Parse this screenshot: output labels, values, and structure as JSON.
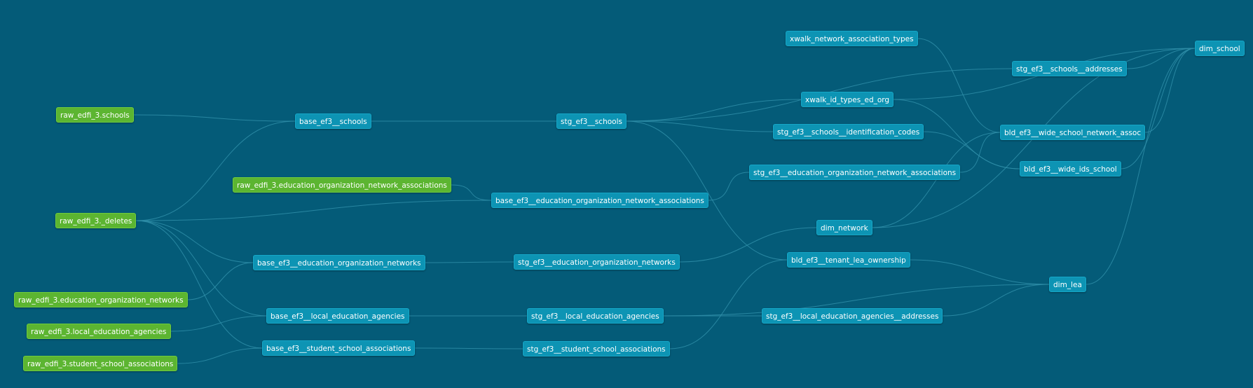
{
  "colors": {
    "background": "#045b78",
    "source_node": "#5cb531",
    "model_node": "#0d94b4",
    "edge": "#2f8ea8"
  },
  "nodes": {
    "raw_schools": {
      "label": "raw_edfi_3.schools",
      "kind": "source"
    },
    "raw_deletes": {
      "label": "raw_edfi_3._deletes",
      "kind": "source"
    },
    "raw_eona": {
      "label": "raw_edfi_3.education_organization_network_associations",
      "kind": "source"
    },
    "raw_eon": {
      "label": "raw_edfi_3.education_organization_networks",
      "kind": "source"
    },
    "raw_lea": {
      "label": "raw_edfi_3.local_education_agencies",
      "kind": "source"
    },
    "raw_ssa": {
      "label": "raw_edfi_3.student_school_associations",
      "kind": "source"
    },
    "base_schools": {
      "label": "base_ef3__schools",
      "kind": "model"
    },
    "base_eona": {
      "label": "base_ef3__education_organization_network_associations",
      "kind": "model"
    },
    "base_eon": {
      "label": "base_ef3__education_organization_networks",
      "kind": "model"
    },
    "base_lea": {
      "label": "base_ef3__local_education_agencies",
      "kind": "model"
    },
    "base_ssa": {
      "label": "base_ef3__student_school_associations",
      "kind": "model"
    },
    "stg_schools": {
      "label": "stg_ef3__schools",
      "kind": "model"
    },
    "stg_eon": {
      "label": "stg_ef3__education_organization_networks",
      "kind": "model"
    },
    "stg_lea": {
      "label": "stg_ef3__local_education_agencies",
      "kind": "model"
    },
    "stg_ssa": {
      "label": "stg_ef3__student_school_associations",
      "kind": "model"
    },
    "xwalk_nat": {
      "label": "xwalk_network_association_types",
      "kind": "model"
    },
    "xwalk_ids": {
      "label": "xwalk_id_types_ed_org",
      "kind": "model"
    },
    "stg_sic": {
      "label": "stg_ef3__schools__identification_codes",
      "kind": "model"
    },
    "stg_eona": {
      "label": "stg_ef3__education_organization_network_associations",
      "kind": "model"
    },
    "dim_network": {
      "label": "dim_network",
      "kind": "model"
    },
    "bld_tlo": {
      "label": "bld_ef3__tenant_lea_ownership",
      "kind": "model"
    },
    "stg_lea_addr": {
      "label": "stg_ef3__local_education_agencies__addresses",
      "kind": "model"
    },
    "stg_sch_addr": {
      "label": "stg_ef3__schools__addresses",
      "kind": "model"
    },
    "bld_wsna": {
      "label": "bld_ef3__wide_school_network_assoc",
      "kind": "model"
    },
    "bld_wis": {
      "label": "bld_ef3__wide_ids_school",
      "kind": "model"
    },
    "dim_school": {
      "label": "dim_school",
      "kind": "model"
    },
    "dim_lea": {
      "label": "dim_lea",
      "kind": "model"
    }
  },
  "edges": [
    [
      "raw_schools",
      "base_schools"
    ],
    [
      "raw_deletes",
      "base_schools"
    ],
    [
      "raw_deletes",
      "base_eona"
    ],
    [
      "raw_deletes",
      "base_eon"
    ],
    [
      "raw_deletes",
      "base_lea"
    ],
    [
      "raw_deletes",
      "base_ssa"
    ],
    [
      "raw_eona",
      "base_eona"
    ],
    [
      "raw_eon",
      "base_eon"
    ],
    [
      "raw_lea",
      "base_lea"
    ],
    [
      "raw_ssa",
      "base_ssa"
    ],
    [
      "base_schools",
      "stg_schools"
    ],
    [
      "base_eona",
      "stg_eona"
    ],
    [
      "base_eon",
      "stg_eon"
    ],
    [
      "base_lea",
      "stg_lea"
    ],
    [
      "base_ssa",
      "stg_ssa"
    ],
    [
      "stg_schools",
      "xwalk_ids"
    ],
    [
      "stg_schools",
      "stg_sic"
    ],
    [
      "stg_schools",
      "stg_sch_addr"
    ],
    [
      "stg_schools",
      "bld_tlo"
    ],
    [
      "stg_eon",
      "dim_network"
    ],
    [
      "stg_lea",
      "stg_lea_addr"
    ],
    [
      "stg_lea",
      "dim_lea"
    ],
    [
      "stg_ssa",
      "bld_tlo"
    ],
    [
      "xwalk_nat",
      "bld_wsna"
    ],
    [
      "xwalk_ids",
      "bld_wis"
    ],
    [
      "xwalk_ids",
      "dim_school"
    ],
    [
      "stg_sic",
      "bld_wis"
    ],
    [
      "stg_eona",
      "bld_wsna"
    ],
    [
      "dim_network",
      "bld_wsna"
    ],
    [
      "dim_network",
      "dim_school"
    ],
    [
      "stg_sch_addr",
      "dim_school"
    ],
    [
      "bld_wsna",
      "dim_school"
    ],
    [
      "bld_wis",
      "dim_school"
    ],
    [
      "bld_tlo",
      "dim_lea"
    ],
    [
      "stg_lea_addr",
      "dim_lea"
    ],
    [
      "dim_lea",
      "dim_school"
    ]
  ]
}
